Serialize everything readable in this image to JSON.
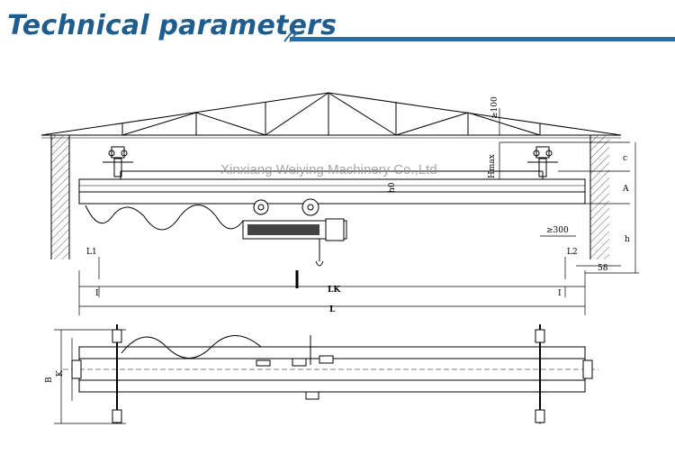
{
  "header": {
    "title": "Technical parameters",
    "accent_color": "#1f5d8e"
  },
  "watermark": "Xinxiang Weiying Machinery Co.,Ltd",
  "labels": {
    "gt100": "≥100",
    "c": "c",
    "a": "A",
    "hmax": "Hmax",
    "h0": "h0",
    "h": "h",
    "gt300": "≥300",
    "l1": "L1",
    "l2": "L2",
    "v58": "58",
    "i_left": "I",
    "i_right": "I",
    "lk": "LK",
    "l": "L",
    "b": "B",
    "k": "K"
  }
}
